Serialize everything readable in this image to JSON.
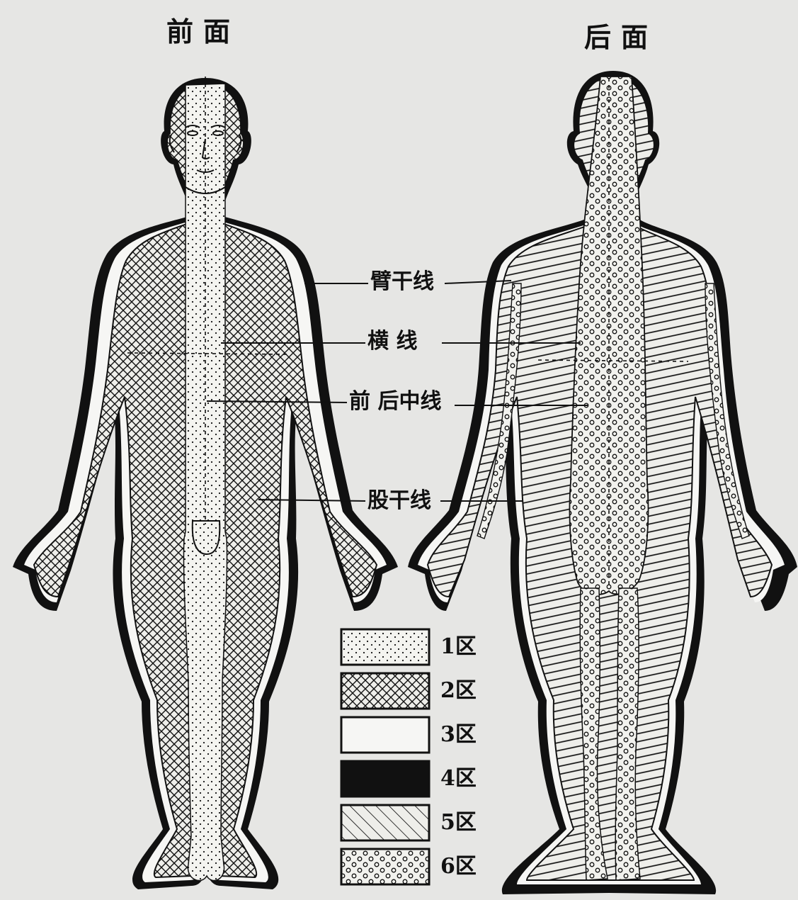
{
  "titles": {
    "front": "前面",
    "back": "后面"
  },
  "callouts": {
    "arm_line": "臂干线",
    "horizontal_line": "横 线",
    "midline": "前 后中线",
    "thigh_line": "股干线"
  },
  "legend": [
    {
      "label": "1区",
      "pattern": "fine-dots"
    },
    {
      "label": "2区",
      "pattern": "crosshatch"
    },
    {
      "label": "3区",
      "pattern": "blank"
    },
    {
      "label": "4区",
      "pattern": "solid-black"
    },
    {
      "label": "5区",
      "pattern": "diagonal-hatch"
    },
    {
      "label": "6区",
      "pattern": "circles"
    }
  ],
  "colors": {
    "ink": "#111111",
    "paper": "#e6e6e4",
    "zone3": "#f6f6f4"
  }
}
